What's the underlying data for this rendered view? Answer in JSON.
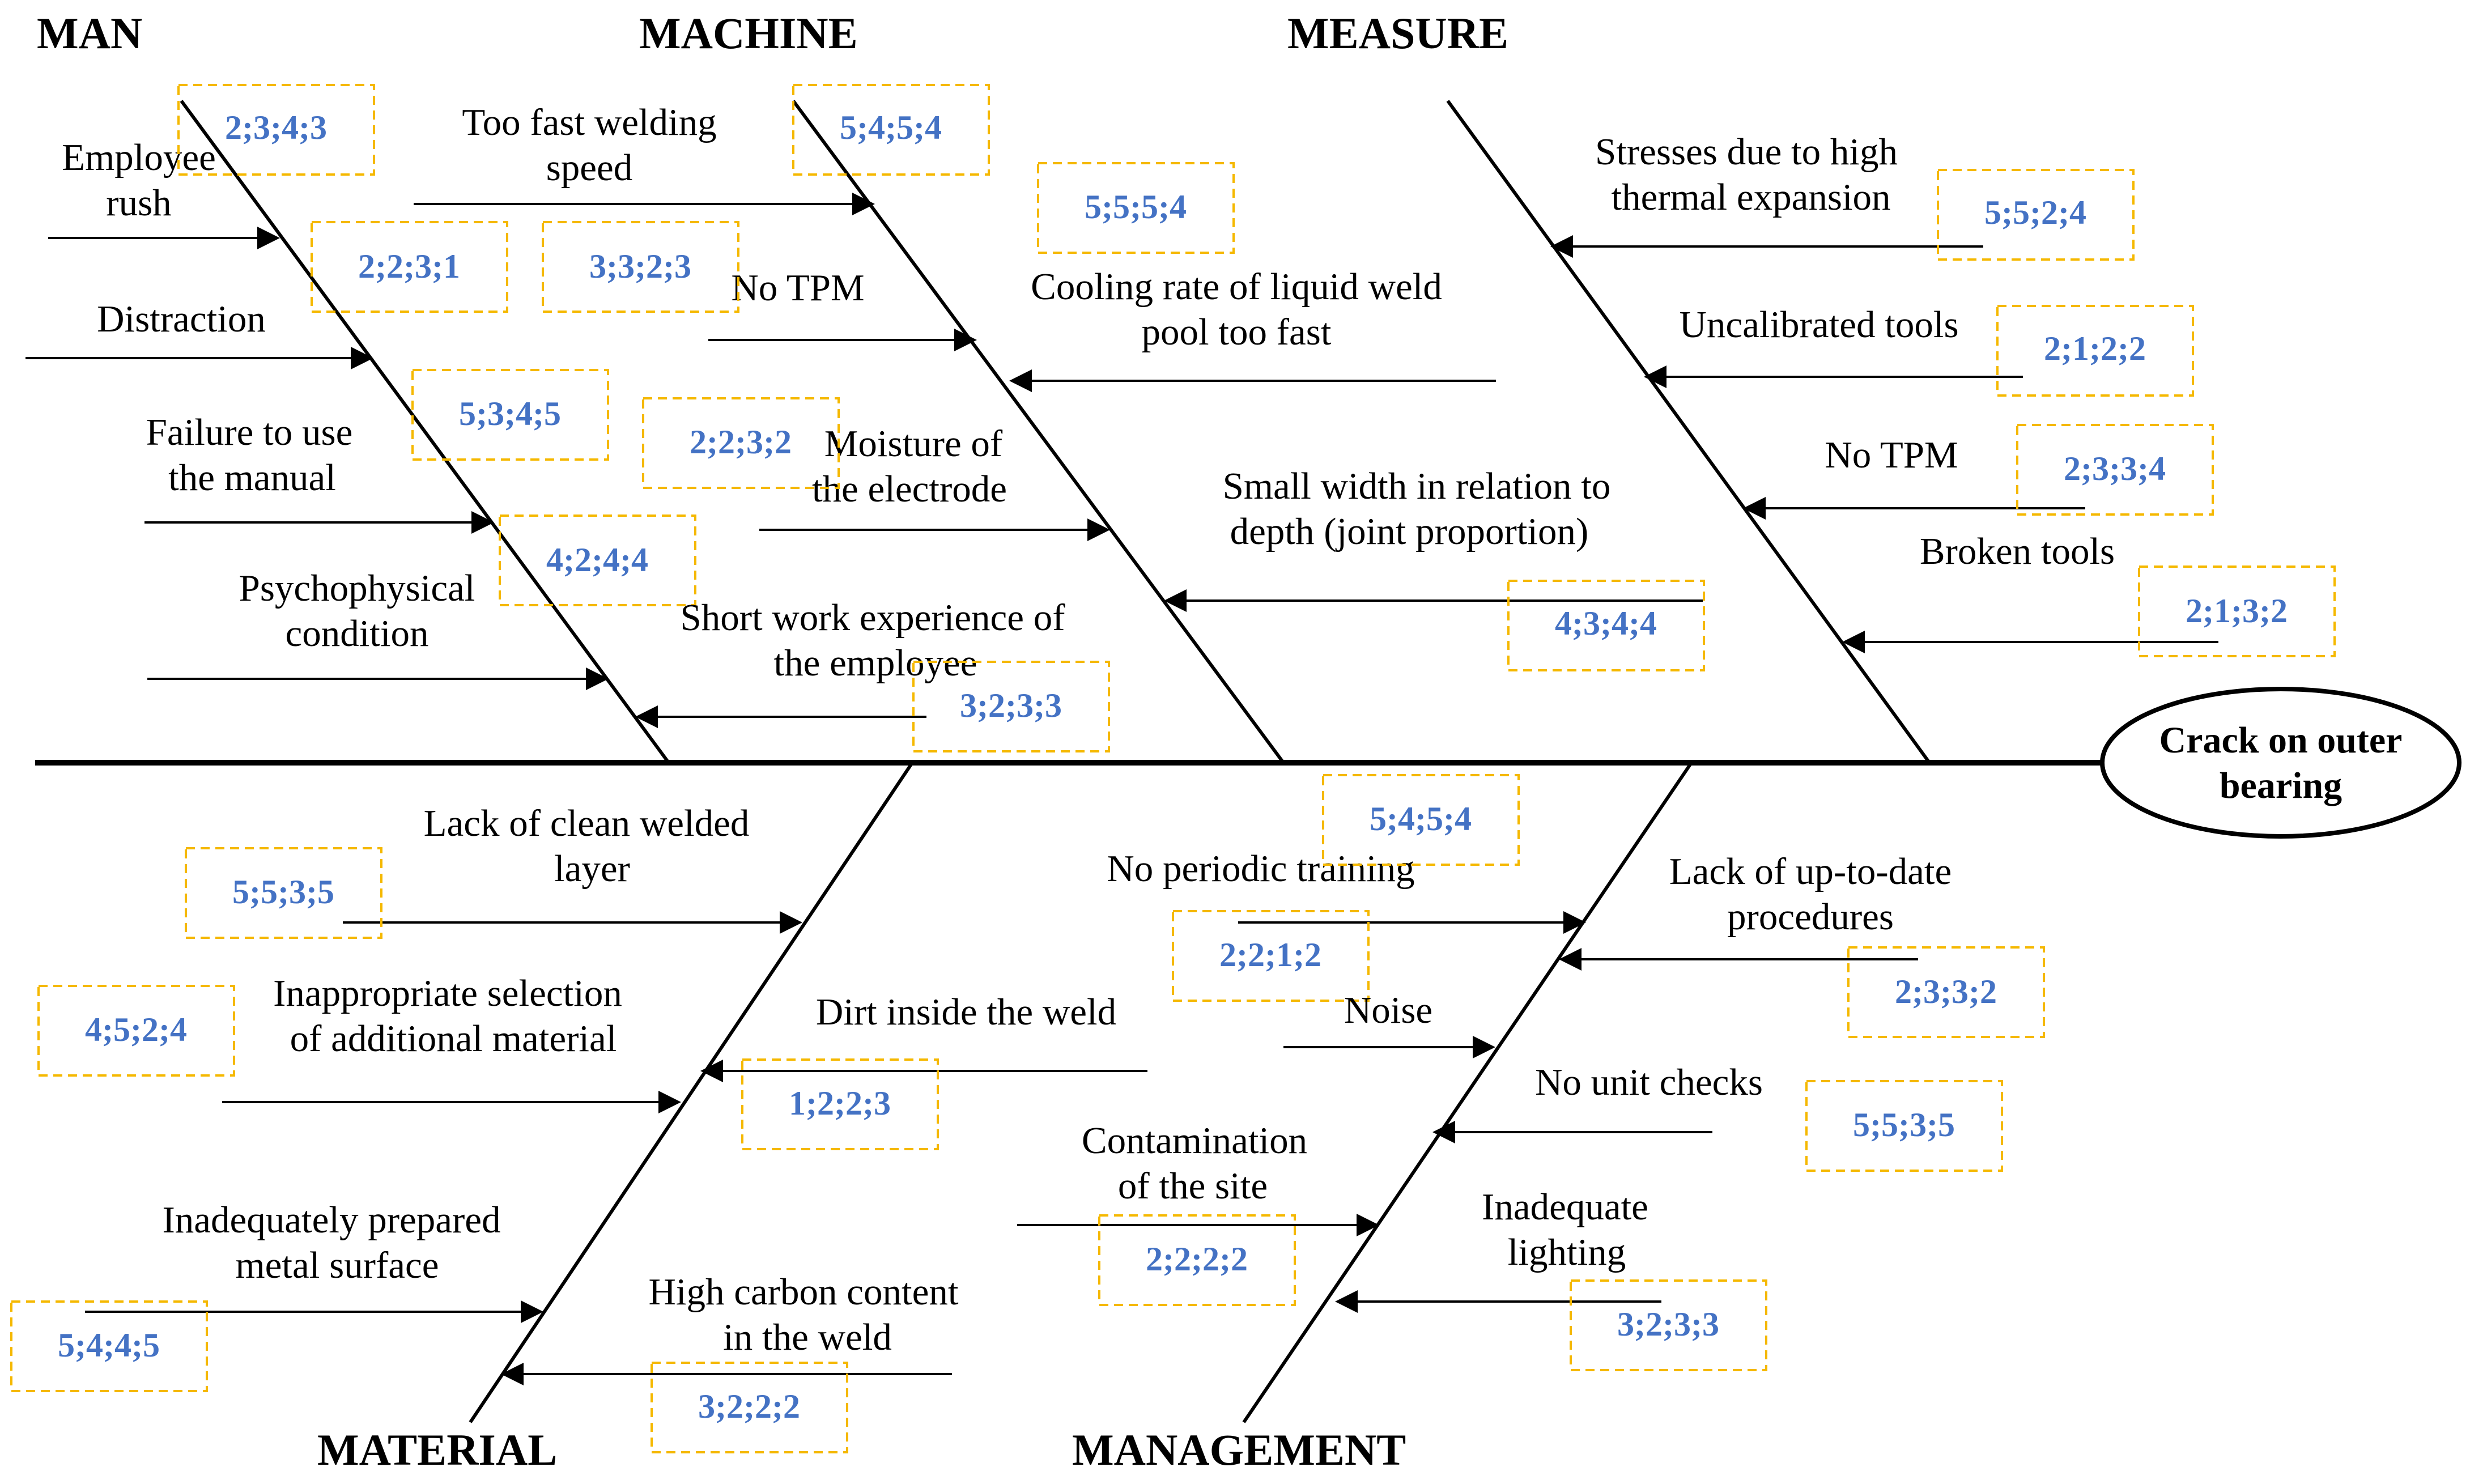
{
  "effect": {
    "line1": "Crack on outer",
    "line2": "bearing"
  },
  "categories": [
    {
      "name": "MAN",
      "causes": [
        {
          "lines": [
            "Employee",
            "rush"
          ],
          "score": "2;3;4;3"
        },
        {
          "lines": [
            "Distraction"
          ],
          "score": "2;2;3;1"
        },
        {
          "lines": [
            "Failure to use",
            "the manual"
          ],
          "score": "5;3;4;5"
        },
        {
          "lines": [
            "Psychophysical",
            "condition"
          ],
          "score": "4;2;4;4"
        }
      ]
    },
    {
      "name": "MACHINE",
      "causes": [
        {
          "lines": [
            "Too fast welding",
            "speed"
          ],
          "score": "5;4;5;4"
        },
        {
          "lines": [
            "No TPM"
          ],
          "score": "3;3;2;3"
        },
        {
          "lines": [
            "Cooling rate of liquid weld",
            "pool too fast"
          ],
          "score": "5;5;5;4"
        },
        {
          "lines": [
            "Moisture of",
            "the electrode"
          ],
          "score": "2;2;3;2"
        },
        {
          "lines": [
            "Small width in relation to",
            "depth (joint proportion)"
          ],
          "score": "4;3;4;4"
        },
        {
          "lines": [
            "Short work experience of",
            "the employee"
          ],
          "score": "3;2;3;3"
        }
      ]
    },
    {
      "name": "MEASURE",
      "causes": [
        {
          "lines": [
            "Stresses due to high",
            "thermal expansion"
          ],
          "score": "5;5;2;4"
        },
        {
          "lines": [
            "Uncalibrated tools"
          ],
          "score": "2;1;2;2"
        },
        {
          "lines": [
            "No TPM"
          ],
          "score": "2;3;3;4"
        },
        {
          "lines": [
            "Broken tools"
          ],
          "score": "2;1;3;2"
        }
      ]
    },
    {
      "name": "MATERIAL",
      "causes": [
        {
          "lines": [
            "Lack of clean welded",
            "layer"
          ],
          "score": "5;5;3;5"
        },
        {
          "lines": [
            "Inappropriate selection",
            "of additional material"
          ],
          "score": "4;5;2;4"
        },
        {
          "lines": [
            "Dirt inside the weld"
          ],
          "score": "1;2;2;3"
        },
        {
          "lines": [
            "Inadequately prepared",
            "metal surface"
          ],
          "score": "5;4;4;5"
        },
        {
          "lines": [
            "High carbon content",
            "in the weld"
          ],
          "score": "3;2;2;2"
        }
      ]
    },
    {
      "name": "MANAGEMENT",
      "causes": [
        {
          "lines": [
            "No periodic  training"
          ],
          "score": "5;4;5;4"
        },
        {
          "lines": [
            "Lack of up-to-date",
            "procedures"
          ],
          "score": "2;2;1;2"
        },
        {
          "lines": [
            "Noise"
          ],
          "score": "2;3;3;2"
        },
        {
          "lines": [
            "No unit checks"
          ],
          "score": "5;5;3;5"
        },
        {
          "lines": [
            "Contamination",
            "of the site"
          ],
          "score": "2;2;2;2"
        },
        {
          "lines": [
            "Inadequate",
            "lighting"
          ],
          "score": "3;2;3;3"
        }
      ]
    }
  ],
  "colors": {
    "score_text": "#4472C4",
    "score_box": "#F5B800",
    "line": "#000000"
  }
}
